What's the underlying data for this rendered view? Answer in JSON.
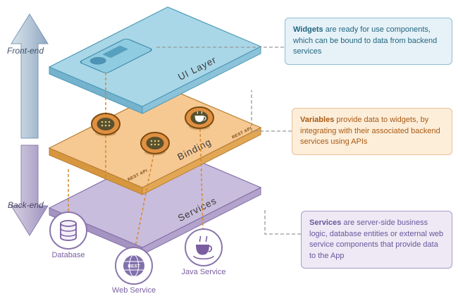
{
  "arrows": {
    "front_label": "Front-end",
    "back_label": "Back-end"
  },
  "layers": {
    "ui": {
      "label": "UI Layer"
    },
    "binding": {
      "label": "Binding",
      "rest_api_left": "REST API",
      "rest_api_right": "REST API"
    },
    "services": {
      "label": "Services"
    }
  },
  "notes": {
    "widgets": {
      "lead": "Widgets",
      "rest": " are ready for use components, which can be bound to data from backend services"
    },
    "variables": {
      "lead": "Variables",
      "rest": " provide data to widgets, by integrating with their associated backend services using APIs"
    },
    "services": {
      "lead": "Services",
      "rest": " are server-side business logic, database entities or external web service components that provide data to the App"
    }
  },
  "icons": {
    "database": {
      "label": "Database"
    },
    "web_service": {
      "label": "Web Service",
      "badge": "REST"
    },
    "java_service": {
      "label": "Java Service"
    }
  },
  "colors": {
    "ui_layer": "#a9d7e8",
    "binding_layer": "#f6c892",
    "services_layer": "#c9bddd",
    "note_widgets_border": "#8fbdd2",
    "note_variables_border": "#ecbf92",
    "note_services_border": "#ab9bc8",
    "icon_purple": "#7a5fa0",
    "dashed_orange": "#d4882a",
    "dashed_gray": "#999999",
    "front_arrow": "#9fb6cc",
    "back_arrow": "#a79ec3"
  }
}
